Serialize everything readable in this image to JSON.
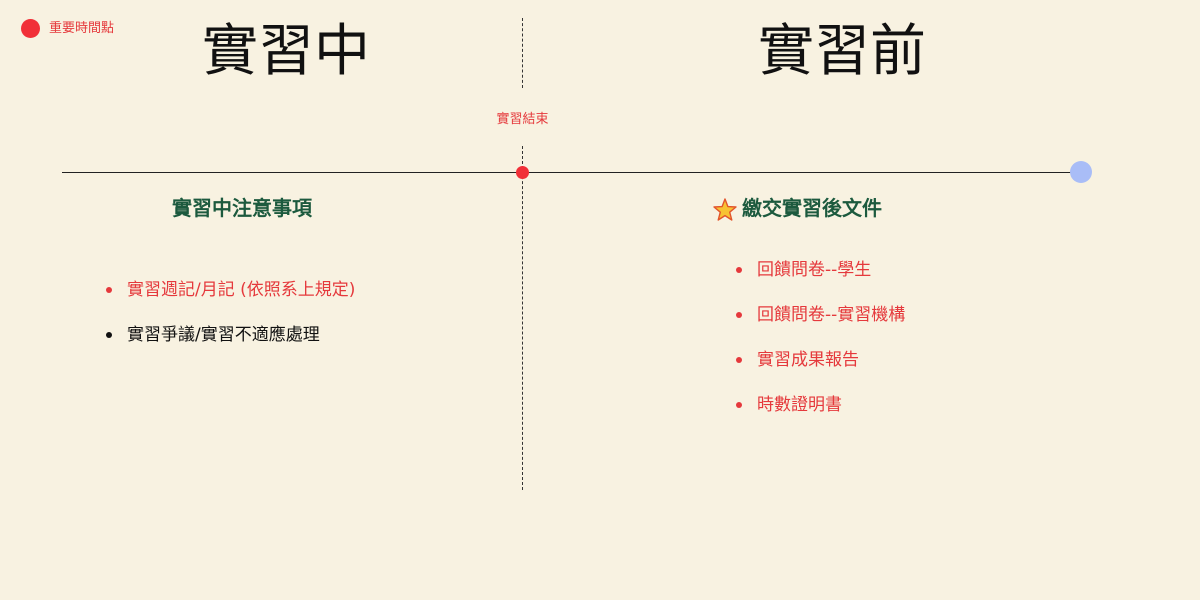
{
  "legend": {
    "label": "重要時間點",
    "color": "#f13038"
  },
  "columns": {
    "left_title": "實習中",
    "right_title": "實習前"
  },
  "timeline": {
    "end_label": "實習結束",
    "end_marker_color": "#f13038",
    "start_marker_color": "#a9bdf7"
  },
  "left_section": {
    "heading": "實習中注意事項",
    "items": [
      {
        "text": "實習週記/月記  (依照系上規定)",
        "color": "#e5393c"
      },
      {
        "text": "實習爭議/實習不適應處理",
        "color": "#111111"
      }
    ]
  },
  "right_section": {
    "icon": "star-icon",
    "heading": "繳交實習後文件",
    "items": [
      {
        "text": "回饋問卷--學生",
        "color": "#e5393c"
      },
      {
        "text": "回饋問卷--實習機構",
        "color": "#e5393c"
      },
      {
        "text": "實習成果報告",
        "color": "#e5393c"
      },
      {
        "text": "時數證明書",
        "color": "#e5393c"
      }
    ]
  },
  "colors": {
    "background": "#f8f2e1",
    "heading": "#1c5a3e",
    "accent_red": "#e5393c"
  }
}
